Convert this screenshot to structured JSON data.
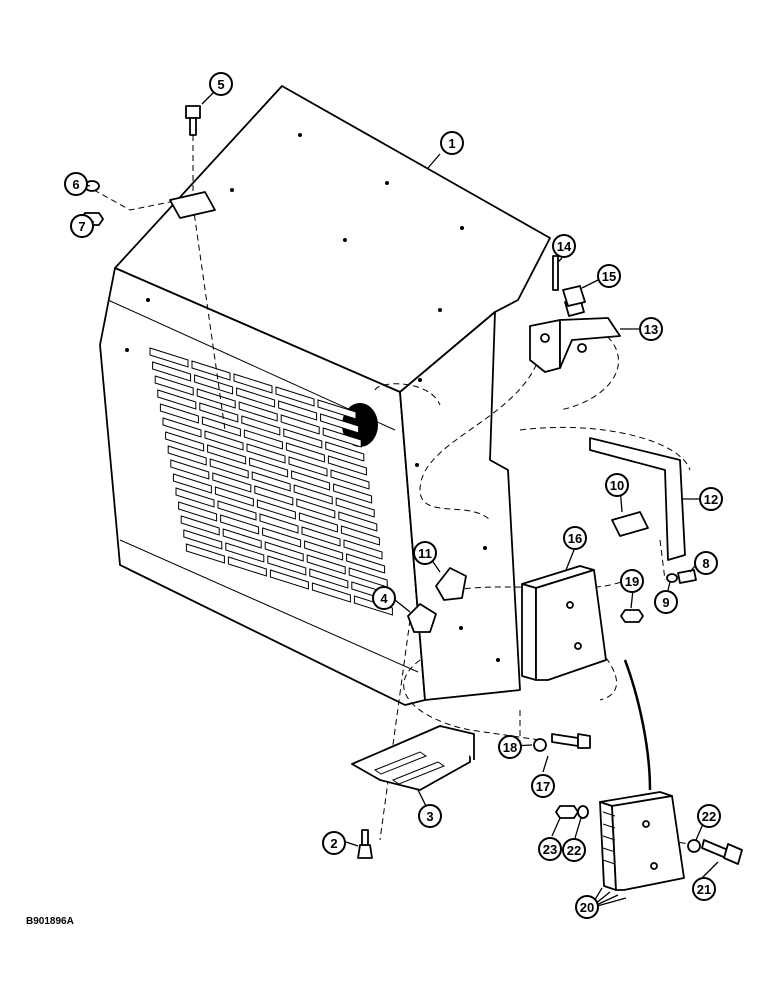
{
  "drawing_id": "B901896A",
  "callouts": [
    {
      "label": "1"
    },
    {
      "label": "2"
    },
    {
      "label": "3"
    },
    {
      "label": "4"
    },
    {
      "label": "5"
    },
    {
      "label": "6"
    },
    {
      "label": "7"
    },
    {
      "label": "8"
    },
    {
      "label": "9"
    },
    {
      "label": "10"
    },
    {
      "label": "11"
    },
    {
      "label": "12"
    },
    {
      "label": "13"
    },
    {
      "label": "14"
    },
    {
      "label": "15"
    },
    {
      "label": "16"
    },
    {
      "label": "17"
    },
    {
      "label": "18"
    },
    {
      "label": "19"
    },
    {
      "label": "20"
    },
    {
      "label": "21"
    },
    {
      "label": "22"
    },
    {
      "label": "22"
    },
    {
      "label": "23"
    }
  ]
}
